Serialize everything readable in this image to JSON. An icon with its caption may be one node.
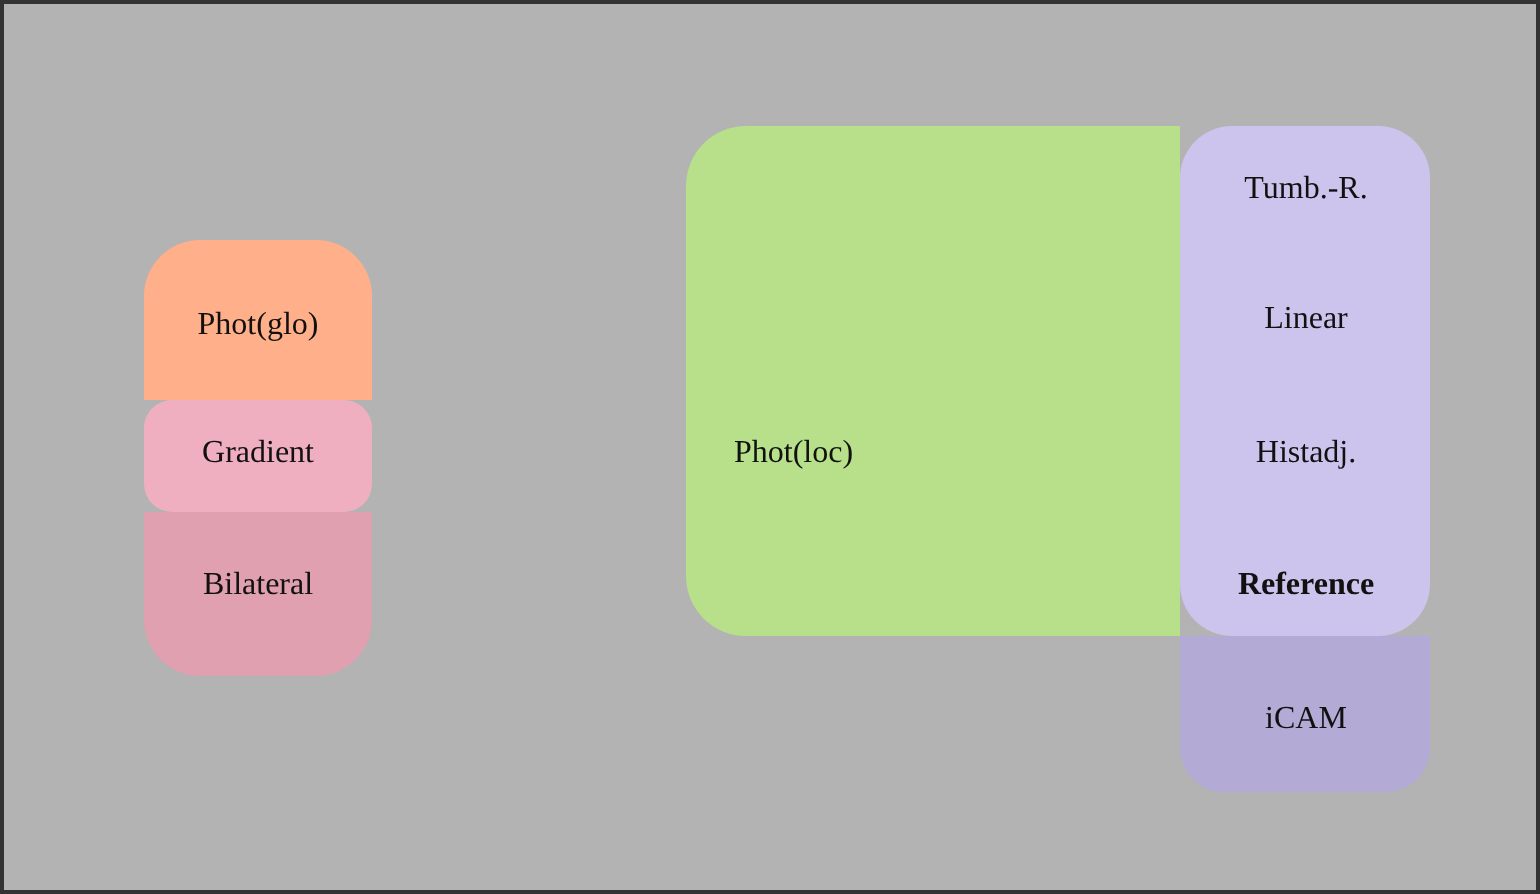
{
  "diagram": {
    "nodes": [
      {
        "text": [
          "Phot(glo)"
        ]
      },
      {
        "text": [
          "Bilateral"
        ]
      },
      {
        "text": [
          "Gradient"
        ]
      },
      {
        "text": [
          "Phot(loc)"
        ]
      },
      {
        "text": [
          "Tumb.-R.",
          "Linear",
          "Histadj.",
          "**Reference**"
        ]
      },
      {
        "text": [
          "iCAM"
        ]
      }
    ]
  }
}
